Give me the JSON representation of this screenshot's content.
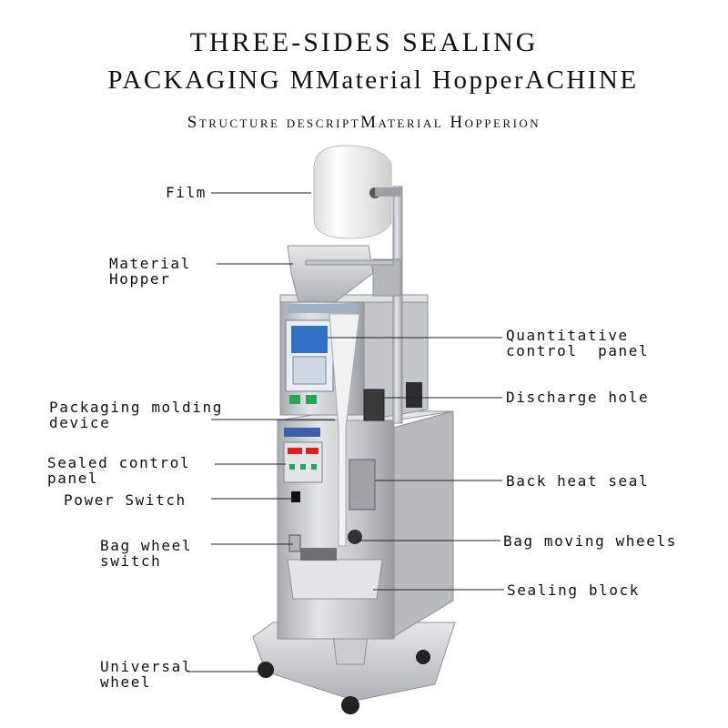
{
  "title": {
    "line1": "THREE-SIDES SEALING",
    "line2": "PACKAGING MMaterial HopperACHINE",
    "line3": "Structure descriptMaterial Hopperion"
  },
  "labels": {
    "film": "Film",
    "material_hopper": "Material\nHopper",
    "packaging_molding_device": "Packaging molding\ndevice",
    "sealed_control_panel": "Sealed control\npanel",
    "power_switch": "Power Switch",
    "bag_wheel_switch": "Bag wheel\nswitch",
    "universal_wheel": "Universal\nwheel",
    "quantitative_control_panel": "Quantitative\ncontrol  panel",
    "discharge_hole": "Discharge hole",
    "back_heat_seal": "Back heat seal",
    "bag_moving_wheels": "Bag moving wheels",
    "sealing_block": "Sealing block"
  },
  "colors": {
    "steel_light": "#d9dbdd",
    "steel_mid": "#b9bcc0",
    "steel_dark": "#8e9297",
    "film_white": "#f4f4f4",
    "screen_blue": "#2f6fc4",
    "led_red": "#e02020",
    "button_green": "#2aa35a",
    "leader_line": "#222222"
  }
}
